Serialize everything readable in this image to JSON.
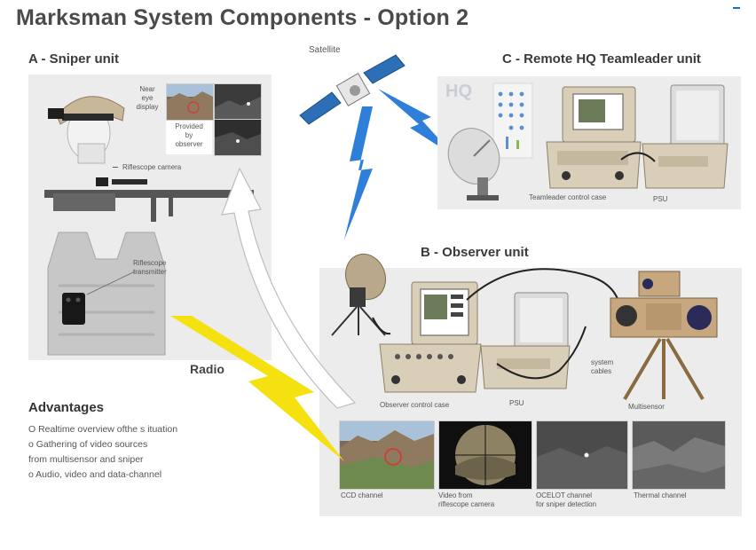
{
  "title": "Marksman System Components - Option 2",
  "sections": {
    "sniper": {
      "title": "A  - Sniper unit"
    },
    "observer": {
      "title": "B  - Observer unit"
    },
    "hq": {
      "title": "C  - Remote HQ Teamleader unit"
    }
  },
  "labels": {
    "satellite": "Satellite",
    "near_eye_display": [
      "Near",
      "eye",
      "display"
    ],
    "provided_by_observer": [
      "Provided",
      "by",
      "observer"
    ],
    "riflescope_camera": "Riflescope camera",
    "riflescope_transmitter": [
      "Riflescope",
      "transmitter"
    ],
    "hq_badge": "HQ",
    "teamleader_control_case": "Teamleader control case",
    "psu_hq": "PSU",
    "observer_control_case": "Observer control case",
    "psu_observer": "PSU",
    "system_cables": [
      "system",
      "cables"
    ],
    "multisensor": "Multisensor",
    "radio": "Radio"
  },
  "channels": [
    {
      "label": [
        "CCD channel"
      ]
    },
    {
      "label": [
        "Video from",
        "riflescope camera"
      ]
    },
    {
      "label": [
        "OCELOT  channel",
        "for sniper detection"
      ]
    },
    {
      "label": [
        "Thermal channel"
      ]
    }
  ],
  "advantages": {
    "title": "Advantages",
    "items": [
      "O  Realtime overview ofthe s ituation",
      "o  Gathering of video sources",
      "     from multisensor and sniper",
      " o  Audio, video and data-channel"
    ]
  },
  "colors": {
    "title": "#4a4a4a",
    "panel": "#ececec",
    "lightning_radio": "#f4e10f",
    "lightning_sat": "#2e7fd9",
    "case_body": "#d9cfb8",
    "multisensor_body": "#c7a77e"
  }
}
